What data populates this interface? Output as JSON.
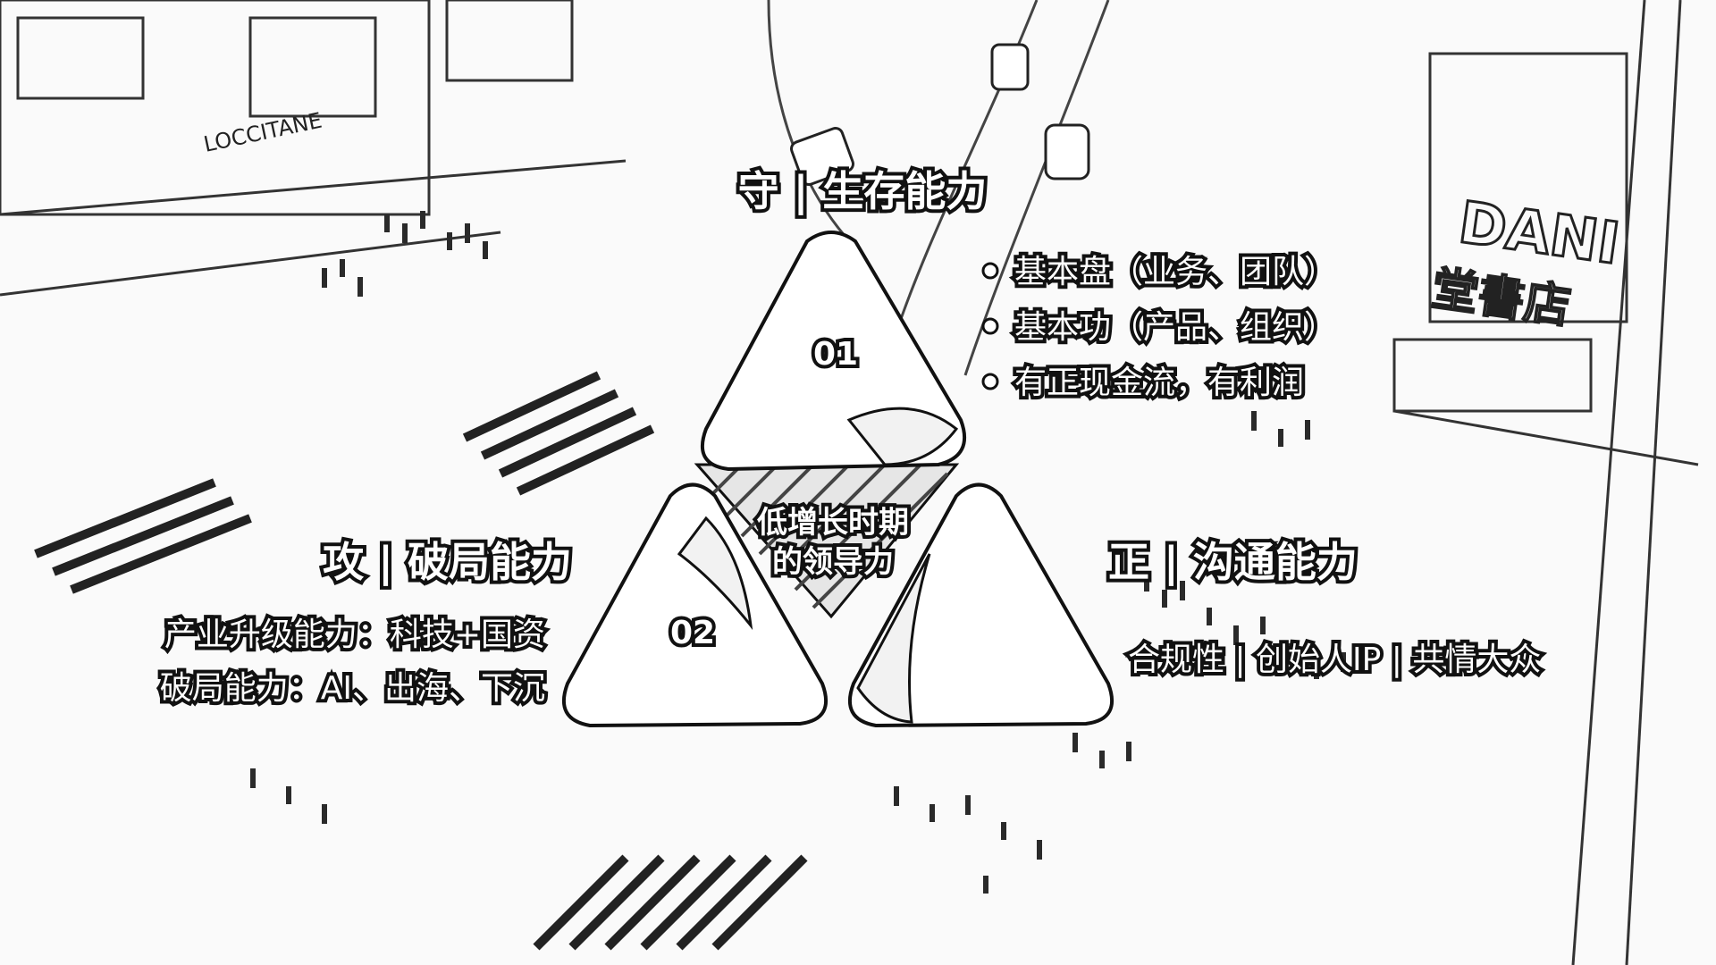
{
  "center": {
    "line1": "低增长时期",
    "line2": "的领导力"
  },
  "top": {
    "number": "01",
    "heading": "守 | 生存能力",
    "bullets": [
      "基本盘（业务、团队）",
      "基本功（产品、组织）",
      "有正现金流，有利润"
    ]
  },
  "left": {
    "number": "02",
    "heading": "攻 | 破局能力",
    "lines": [
      "产业升级能力：科技+国资",
      "破局能力：AI、出海、下沉"
    ]
  },
  "right": {
    "heading": "正 | 沟通能力",
    "line": "合规性 | 创始人IP | 共情大众"
  },
  "background": {
    "signs": [
      "DANI",
      "堂書店"
    ]
  }
}
